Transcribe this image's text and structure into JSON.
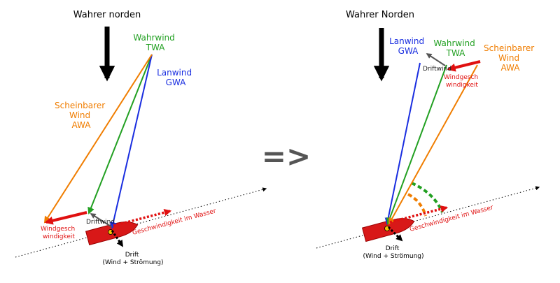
{
  "colors": {
    "true_wind": "#22a022",
    "ground_wind": "#1a2ee0",
    "apparent_wind": "#f07d00",
    "boat_speed": "#e01010",
    "drift_wind": "#555555",
    "boat": "#d81818",
    "north": "#000000"
  },
  "left": {
    "north_label": "Wahrer norden",
    "true_wind_label": [
      "Wahrwind",
      "TWA"
    ],
    "ground_wind_label": [
      "Lanwind",
      "GWA"
    ],
    "apparent_wind_label": [
      "Scheinbarer",
      "Wind",
      "AWA"
    ],
    "wind_speed_label": [
      "Windgesch",
      "windigkeit"
    ],
    "drift_wind_label": "Driftwind",
    "water_speed_label": "Geschwindigkeit im Wasser",
    "drift_label": [
      "Drift",
      "(Wind + Strömung)"
    ]
  },
  "arrow_symbol": "=>",
  "right": {
    "north_label": "Wahrer Norden",
    "true_wind_label": [
      "Wahrwind",
      "TWA"
    ],
    "ground_wind_label": [
      "Lanwind",
      "GWA"
    ],
    "apparent_wind_label": [
      "Scheinbarer",
      "Wind",
      "AWA"
    ],
    "wind_speed_label": [
      "Windgesch",
      "windigkeit"
    ],
    "drift_wind_label": "Driftwind",
    "water_speed_label": "Geschwindigkeit im Wasser",
    "drift_label": [
      "Drift",
      "(Wind + Strömung)"
    ]
  }
}
